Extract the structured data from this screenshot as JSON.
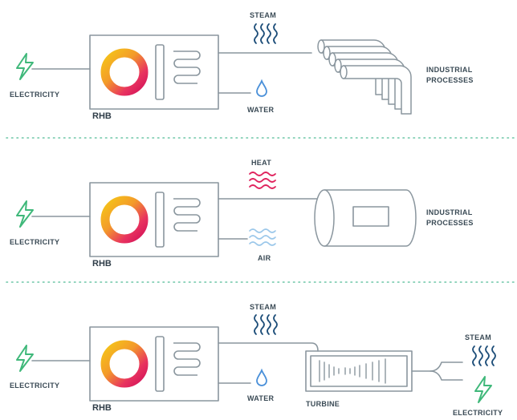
{
  "colors": {
    "line": "#8a969e",
    "text": "#3a4a55",
    "electricity_green": "#3fb87a",
    "steam_blue": "#1f4f7a",
    "water_blue": "#4a90d9",
    "heat_red": "#e0245e",
    "air_blue": "#9cc8ea",
    "divider": "#6cc6a6",
    "ring_gradient": [
      "#f5c518",
      "#f39a2a",
      "#e8335f",
      "#d4145a"
    ]
  },
  "panel1": {
    "electricity_label": "ELECTRICITY",
    "rhb_label": "RHB",
    "steam_label": "STEAM",
    "water_label": "WATER",
    "output_label_line1": "INDUSTRIAL",
    "output_label_line2": "PROCESSES"
  },
  "panel2": {
    "electricity_label": "ELECTRICITY",
    "rhb_label": "RHB",
    "heat_label": "HEAT",
    "air_label": "AIR",
    "output_label_line1": "INDUSTRIAL",
    "output_label_line2": "PROCESSES"
  },
  "panel3": {
    "electricity_label": "ELECTRICITY",
    "rhb_label": "RHB",
    "steam_label": "STEAM",
    "water_label": "WATER",
    "turbine_label": "TURBINE",
    "out_steam_label": "STEAM",
    "out_electricity_label": "ELECTRICITY"
  }
}
